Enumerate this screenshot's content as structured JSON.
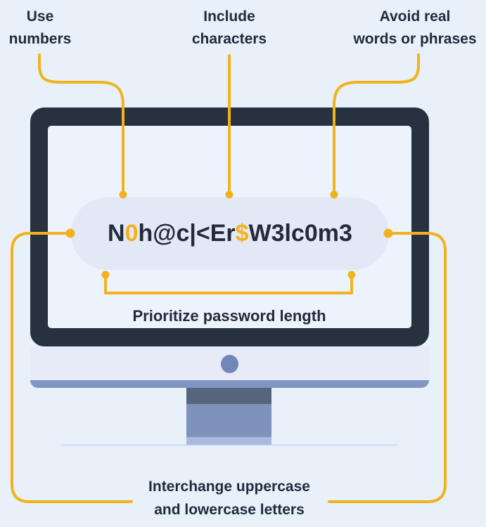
{
  "title": "Password strength tips infographic",
  "colors": {
    "background": "#E8F0FA",
    "accent": "#F2B21D",
    "text": "#222B3B",
    "monitor_frame": "#28313F",
    "screen": "#EDF3FC",
    "pill": "#E3E8F6"
  },
  "callouts": {
    "use_numbers": {
      "lines": [
        "Use",
        "numbers"
      ]
    },
    "include_characters": {
      "lines": [
        "Include",
        "characters"
      ]
    },
    "avoid_real_words": {
      "lines": [
        "Avoid real",
        "words or phrases"
      ]
    },
    "prioritize_length": {
      "text": "Prioritize password length"
    },
    "interchange_case": {
      "lines": [
        "Interchange uppercase",
        "and lowercase letters"
      ]
    }
  },
  "password": {
    "full": "N0h@c|<Er$W3lc0m3",
    "segments": [
      {
        "text": "N",
        "highlight": false
      },
      {
        "text": "0",
        "highlight": true
      },
      {
        "text": "h@c|<Er",
        "highlight": false
      },
      {
        "text": "$",
        "highlight": true
      },
      {
        "text": "W3lc0m3",
        "highlight": false
      }
    ]
  }
}
